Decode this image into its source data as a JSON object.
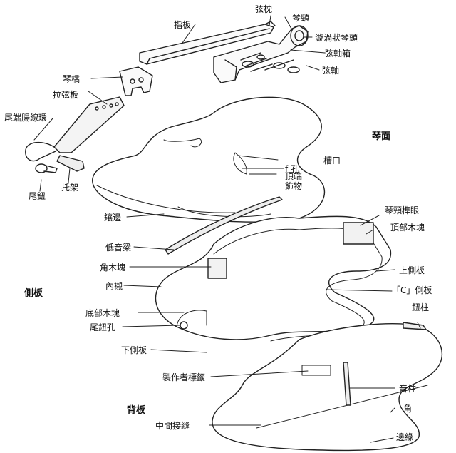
{
  "sections": {
    "top": "琴面",
    "ribs": "側板",
    "back": "背板"
  },
  "labels": {
    "nut": "弦枕",
    "neck": "琴頸",
    "fingerboard": "指板",
    "scroll": "漩渦狀琴頭",
    "pegbox": "弦軸箱",
    "pegs": "弦軸",
    "bridge": "琴橋",
    "tailpiece": "拉弦板",
    "tail_gut": "尾端腸線環",
    "endpin": "尾鈕",
    "chinrest": "托架",
    "notch": "槽口",
    "f_hole": "f 孔",
    "top_end": "頂端",
    "top_fitting": "飾物",
    "purfling": "鑲邊",
    "neck_mortise": "琴頸榫眼",
    "top_block": "頂部木塊",
    "bass_bar": "低音梁",
    "corner_blocks": "角木塊",
    "upper_ribs": "上側板",
    "linings": "內襯",
    "c_ribs": "「C」側板",
    "bottom_block": "底部木塊",
    "endpin_hole": "尾鈕孔",
    "lower_ribs": "下側板",
    "saddle": "鈕柱",
    "makers_label": "製作者標籤",
    "soundpost": "音柱",
    "corner": "角",
    "center_joint": "中間接縫",
    "edge": "邊緣"
  }
}
